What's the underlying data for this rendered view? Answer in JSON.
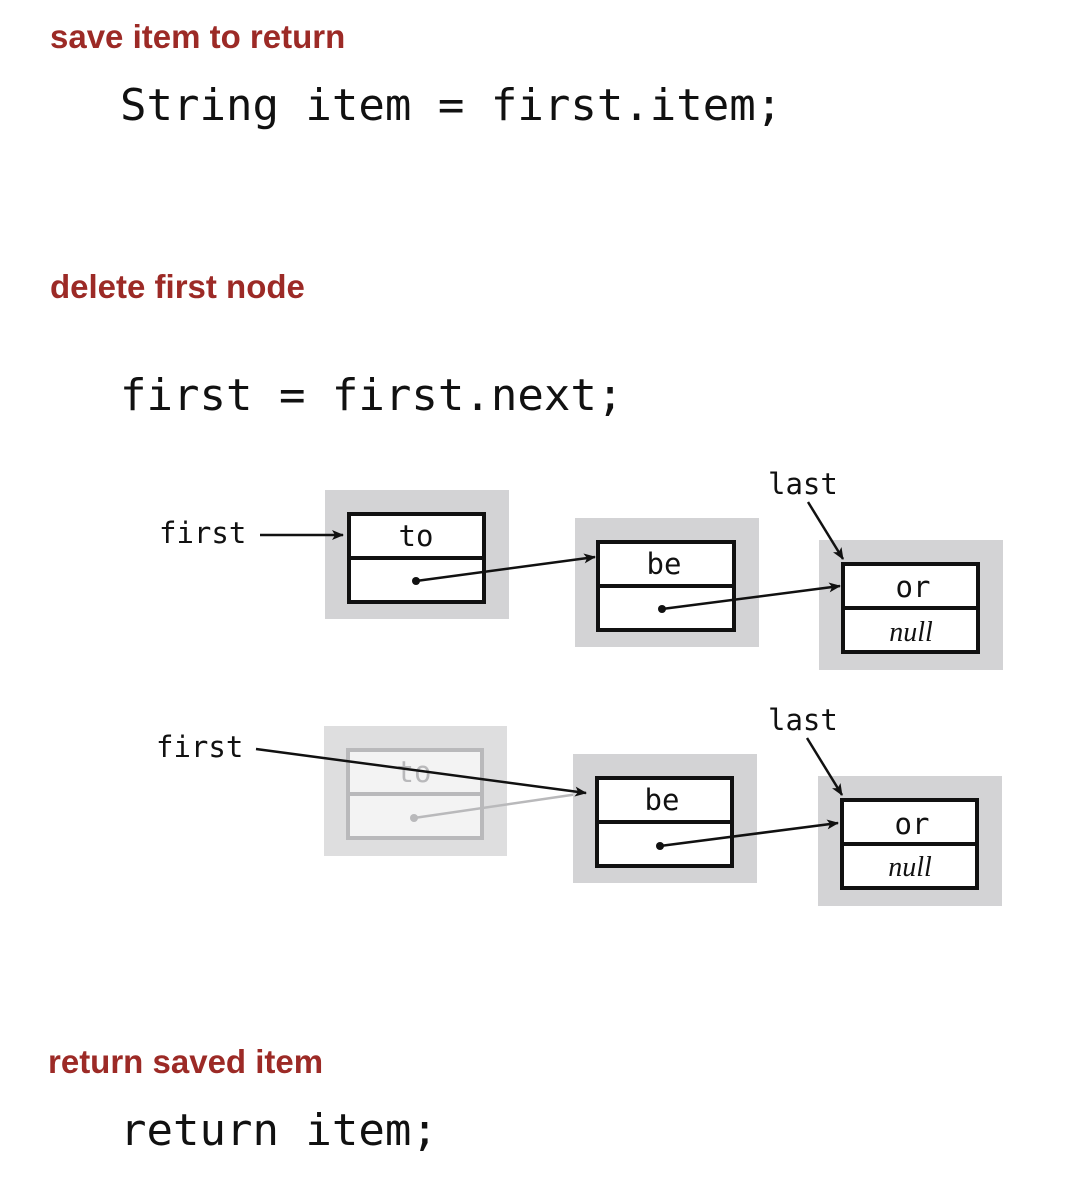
{
  "steps": [
    {
      "label": "save item to return",
      "code": "String item = first.item;"
    },
    {
      "label": "delete first node",
      "code": "first = first.next;"
    },
    {
      "label": "return saved item",
      "code": "return item;"
    }
  ],
  "diagram": {
    "before": {
      "first_label": "first",
      "last_label": "last",
      "nodes": [
        {
          "item": "to"
        },
        {
          "item": "be"
        },
        {
          "item": "or",
          "next": "null"
        }
      ]
    },
    "after": {
      "first_label": "first",
      "last_label": "last",
      "nodes": [
        {
          "item": "to",
          "faded": true
        },
        {
          "item": "be"
        },
        {
          "item": "or",
          "next": "null"
        }
      ]
    }
  },
  "colors": {
    "label": "#9c2a26",
    "node_shadow": "#d3d3d5",
    "node_border": "#111111",
    "faded": "#b9b9bb"
  }
}
